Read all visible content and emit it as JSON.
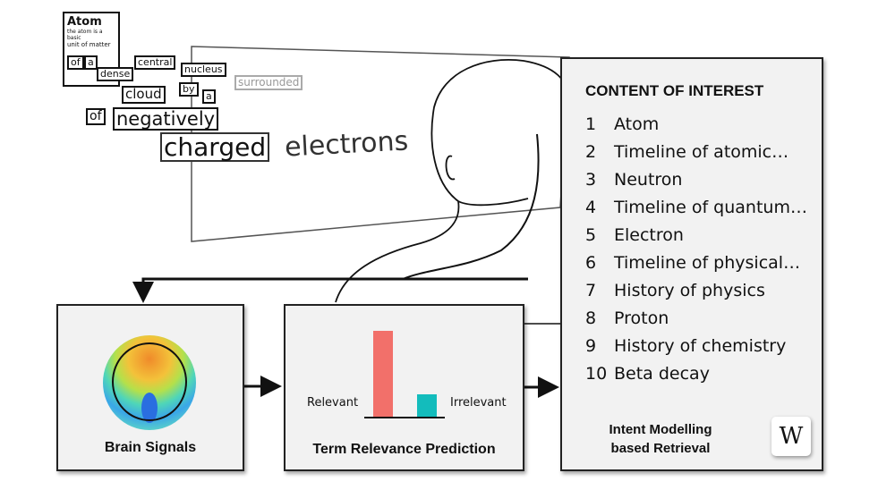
{
  "document_icon": {
    "title": "Atom",
    "line1": "the atom is a basic",
    "line2": "unit of matter"
  },
  "words": [
    "of",
    "a",
    "dense",
    "central",
    "nucleus",
    "surrounded",
    "by",
    "cloud",
    "a",
    "of",
    "negatively",
    "charged",
    "electrons"
  ],
  "brain_box": {
    "caption": "Brain Signals"
  },
  "relevance_box": {
    "caption": "Term Relevance Prediction",
    "chart_data": {
      "type": "bar",
      "categories": [
        "Relevant",
        "Irrelevant"
      ],
      "values": [
        1.0,
        0.27
      ],
      "colors": [
        "#f2706a",
        "#13bcbc"
      ]
    }
  },
  "retrieval_box": {
    "heading": "CONTENT OF INTEREST",
    "items": [
      {
        "n": "1",
        "label": "Atom"
      },
      {
        "n": "2",
        "label": "Timeline of atomic…"
      },
      {
        "n": "3",
        "label": "Neutron"
      },
      {
        "n": "4",
        "label": "Timeline of quantum…"
      },
      {
        "n": "5",
        "label": "Electron"
      },
      {
        "n": "6",
        "label": "Timeline of physical…"
      },
      {
        "n": "7",
        "label": "History of physics"
      },
      {
        "n": "8",
        "label": "Proton"
      },
      {
        "n": "9",
        "label": "History of chemistry"
      },
      {
        "n": "10",
        "label": "Beta decay"
      }
    ],
    "caption_line1": "Intent Modelling",
    "caption_line2": "based Retrieval",
    "logo": "W"
  }
}
